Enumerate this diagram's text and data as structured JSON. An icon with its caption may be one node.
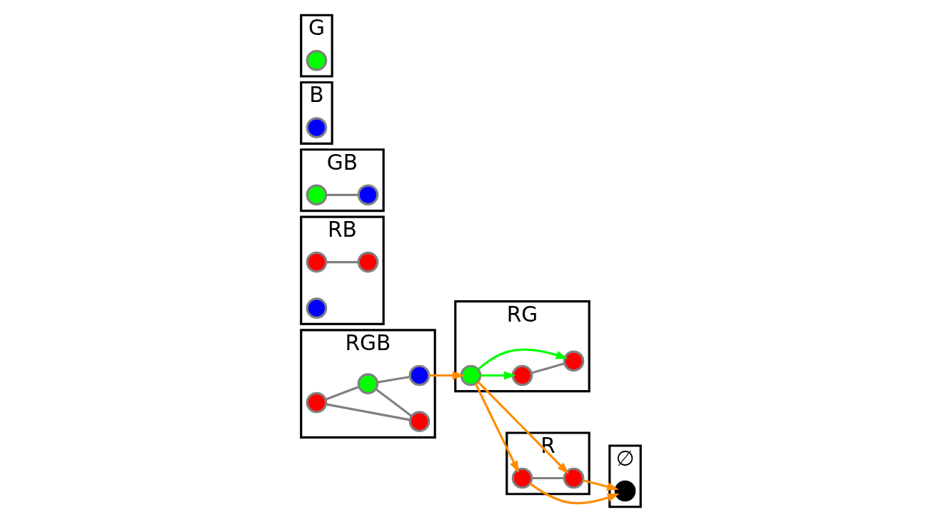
{
  "diagram": {
    "nodes": [
      {
        "text": [
          "RGB"
        ]
      },
      {
        "text": [],
        "shape": "circle",
        "in": 0
      },
      {
        "text": [],
        "shape": "circle",
        "in": 0
      },
      {
        "text": [],
        "shape": "circle",
        "in": 0
      },
      {
        "text": [],
        "shape": "circle",
        "in": 0
      },
      {
        "text": [
          "RB"
        ]
      },
      {
        "text": [],
        "shape": "circle",
        "in": 5
      },
      {
        "text": [],
        "shape": "circle",
        "in": 5
      },
      {
        "text": [],
        "shape": "circle",
        "in": 5
      },
      {
        "text": [
          "GB"
        ]
      },
      {
        "text": [],
        "shape": "circle",
        "in": 9
      },
      {
        "text": [],
        "shape": "circle",
        "in": 9
      },
      {
        "text": [
          "B"
        ]
      },
      {
        "text": [],
        "shape": "circle",
        "in": 12
      },
      {
        "text": [
          "RG"
        ]
      },
      {
        "text": [],
        "shape": "circle",
        "in": 14
      },
      {
        "text": [],
        "shape": "circle",
        "in": 14
      },
      {
        "text": [],
        "shape": "circle",
        "in": 14
      },
      {
        "text": [
          "R"
        ]
      },
      {
        "text": [],
        "shape": "circle",
        "in": 18
      },
      {
        "text": [],
        "shape": "circle",
        "in": 18
      },
      {
        "text": [
          "G"
        ]
      },
      {
        "text": [],
        "shape": "circle",
        "in": 21
      },
      {
        "text": [
          "∅"
        ]
      },
      {
        "text": [],
        "shape": "circle",
        "in": 23
      }
    ],
    "edges": [
      {
        "from": 1,
        "to": 2,
        "arrow": "none"
      },
      {
        "from": 1,
        "to": 3,
        "arrow": "none"
      },
      {
        "from": 3,
        "to": 2,
        "arrow": "none"
      },
      {
        "from": 3,
        "to": 4,
        "arrow": "none"
      },
      {
        "from": 6,
        "to": 7,
        "arrow": "none"
      },
      {
        "from": 10,
        "to": 11,
        "arrow": "none"
      },
      {
        "from": 15,
        "to": 16,
        "arrow": "none"
      },
      {
        "from": 19,
        "to": 20,
        "arrow": "none"
      },
      {
        "from": 4,
        "to": 17,
        "arrow": "to",
        "color": "#ff8c00"
      },
      {
        "from": 17,
        "to": 15,
        "arrow": "to",
        "color": "#00ff00"
      },
      {
        "from": 17,
        "to": 16,
        "arrow": "to",
        "color": "#00ff00"
      },
      {
        "from": 17,
        "to": 19,
        "arrow": "to",
        "color": "#ff8c00"
      },
      {
        "from": 17,
        "to": 20,
        "arrow": "to",
        "color": "#ff8c00"
      },
      {
        "from": 19,
        "to": 24,
        "arrow": "to",
        "color": "#ff8c00"
      },
      {
        "from": 20,
        "to": 24,
        "arrow": "to",
        "color": "#ff8c00"
      }
    ]
  }
}
